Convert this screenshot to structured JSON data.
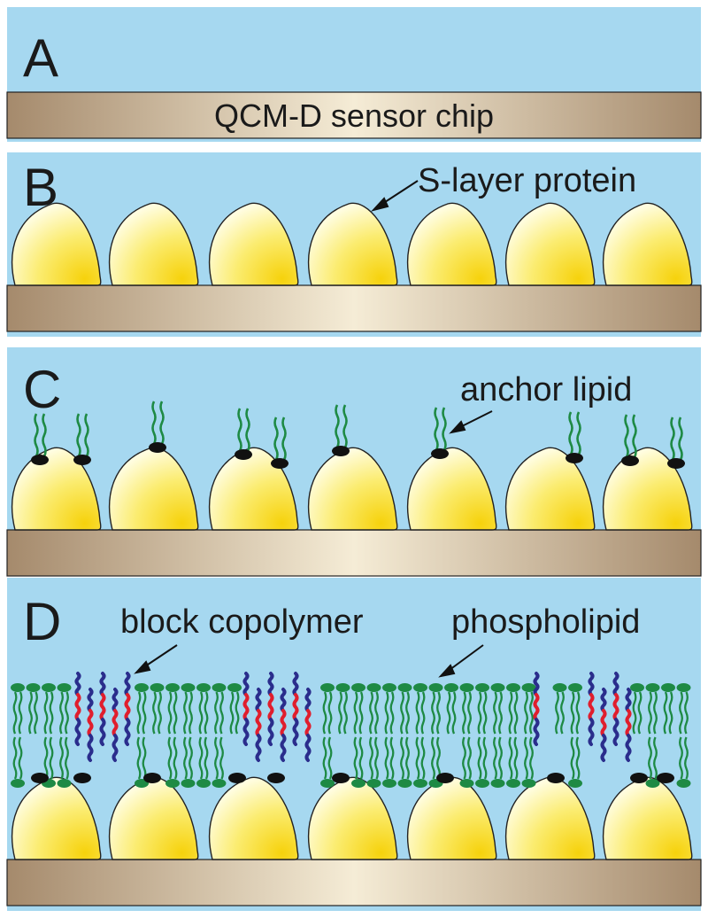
{
  "panels": {
    "a": {
      "letter": "A",
      "chip_label": "QCM-D sensor chip"
    },
    "b": {
      "letter": "B",
      "label": "S-layer protein"
    },
    "c": {
      "letter": "C",
      "label": "anchor lipid"
    },
    "d": {
      "letter": "D",
      "label_copolymer": "block copolymer",
      "label_phospholipid": "phospholipid"
    }
  },
  "colors": {
    "background": "#a6d8f0",
    "substrate_dark": "#ad9274",
    "substrate_light": "#f5ecd6",
    "protein_light": "#fffcd0",
    "protein_dark": "#f7da1a",
    "lipid_green": "#1e8a44",
    "polymer_blue": "#2a2d8c",
    "polymer_red": "#e01e2d",
    "anchor_black": "#111111"
  },
  "icons": {
    "protein": "rounded-triangle-protein-icon",
    "anchor": "anchor-lipid-icon"
  }
}
